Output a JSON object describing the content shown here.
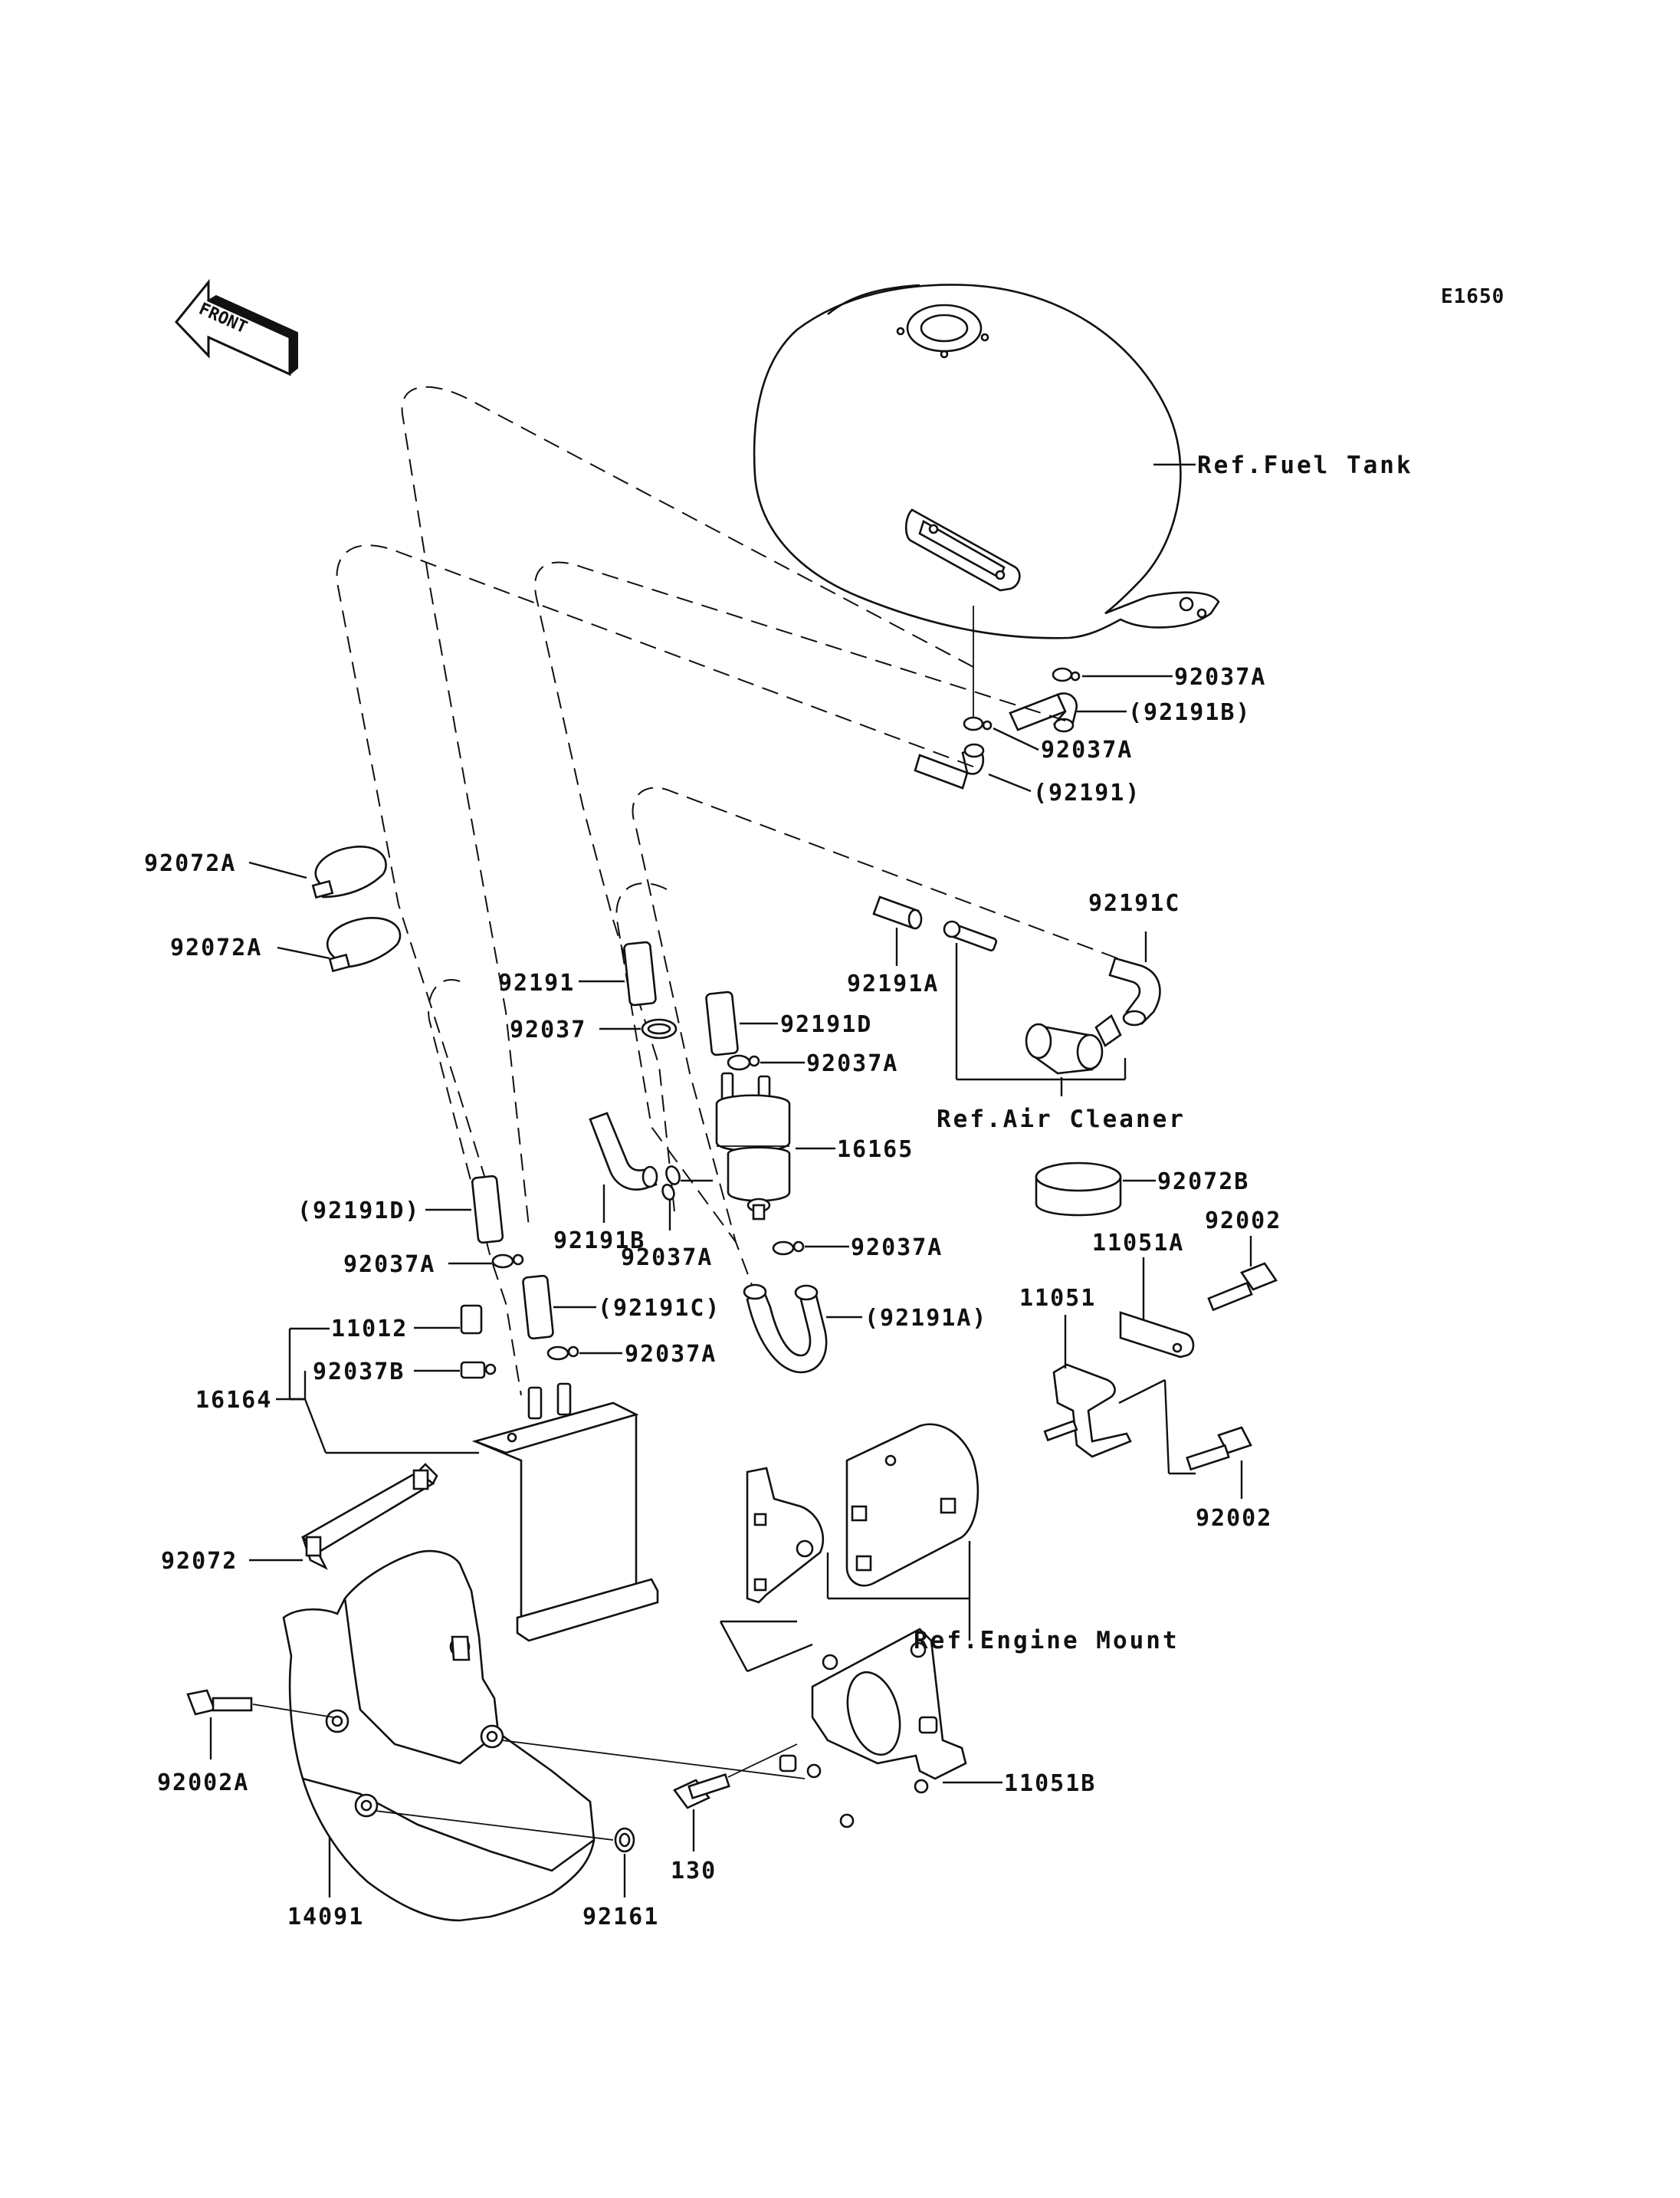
{
  "figure_code": "E1650",
  "front_label": "FRONT",
  "references": {
    "fuel_tank": "Ref.Fuel Tank",
    "air_cleaner": "Ref.Air Cleaner",
    "engine_mount": "Ref.Engine Mount"
  },
  "parts": {
    "p92037A_1": "92037A",
    "p92191B_paren": "(92191B)",
    "p92037A_2": "92037A",
    "p92191_paren": "(92191)",
    "p92072A_1": "92072A",
    "p92072A_2": "92072A",
    "p92191C": "92191C",
    "p92191": "92191",
    "p92191A": "92191A",
    "p92191D": "92191D",
    "p92037": "92037",
    "p92037A_3": "92037A",
    "p16165": "16165",
    "p92072B": "92072B",
    "p92002_top": "92002",
    "p11051A": "11051A",
    "p92191D_paren": "(92191D)",
    "p92191B": "92191B",
    "p92037A_4": "92037A",
    "p92037A_5": "92037A",
    "p92037A_6": "92037A",
    "p11051": "11051",
    "p92191C_paren": "(92191C)",
    "p92191A_paren": "(92191A)",
    "p11012": "11012",
    "p16164": "16164",
    "p92037B": "92037B",
    "p92037A_7": "92037A",
    "p92002_bottom": "92002",
    "p92072": "92072",
    "p92002A": "92002A",
    "p11051B": "11051B",
    "p130": "130",
    "p14091": "14091",
    "p92161": "92161"
  }
}
